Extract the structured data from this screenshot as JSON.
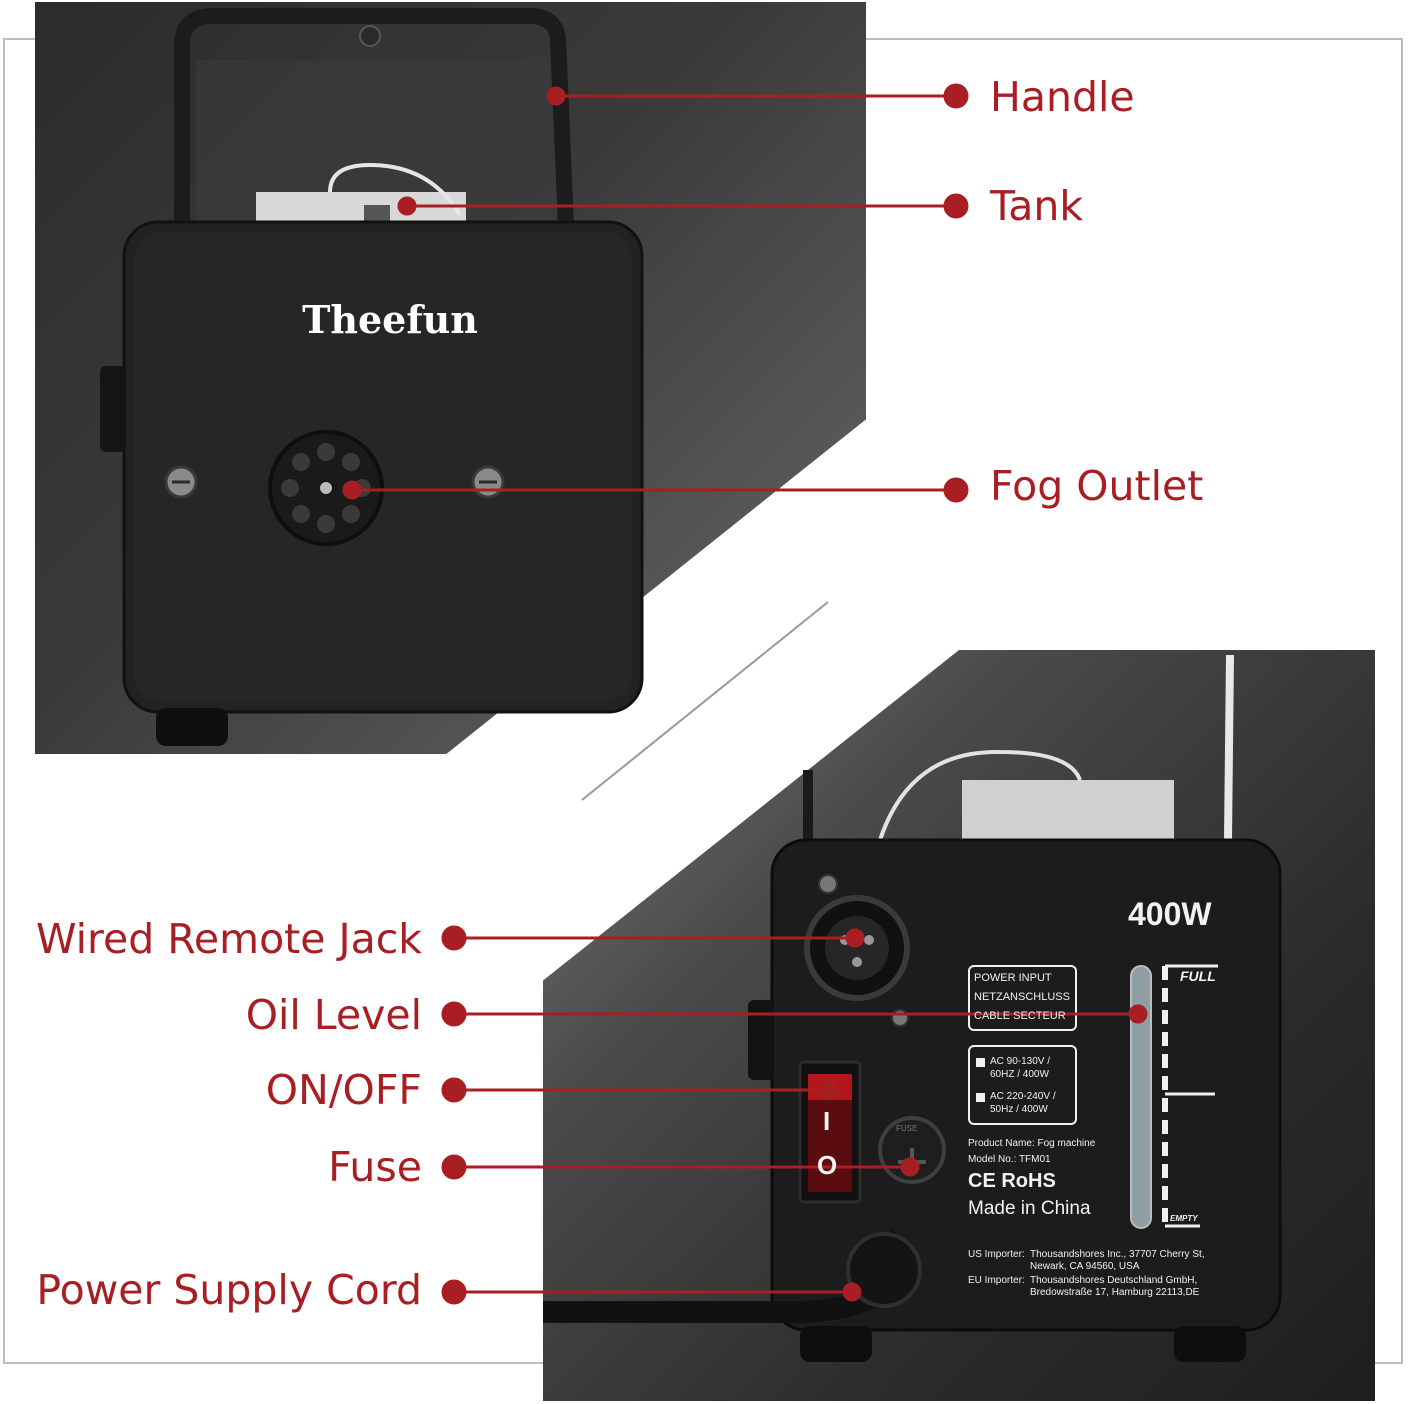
{
  "brand": "Theefun",
  "labels": {
    "handle": "Handle",
    "tank": "Tank",
    "fog_outlet": "Fog Outlet",
    "wired_remote_jack": "Wired Remote Jack",
    "oil_level": "Oil Level",
    "on_off": "ON/OFF",
    "fuse": "Fuse",
    "power_supply_cord": "Power Supply Cord"
  },
  "rear_panel": {
    "wattage": "400W",
    "power_input": [
      "POWER INPUT",
      "NETZANSCHLUSS",
      "CABLE SECTEUR"
    ],
    "voltage_options": [
      "AC 90-130V / 60HZ / 400W",
      "AC 220-240V / 50Hz / 400W"
    ],
    "product_name": "Product Name: Fog machine",
    "model_no": "Model No.: TFM01",
    "certifications": "CE RoHS",
    "made_in": "Made in China",
    "level_full": "FULL",
    "level_empty": "EMPTY",
    "switch_on": "I",
    "switch_off": "O",
    "fuse_mark": "FUSE",
    "us_importer_label": "US Importer:",
    "us_importer": "Thousandshores Inc., 37707 Cherry St, Newark, CA 94560, USA",
    "eu_importer_label": "EU Importer:",
    "eu_importer": "Thousandshores Deutschland GmbH, Bredowstraße 17, Hamburg 22113,DE"
  },
  "colors": {
    "accent": "#a81e23",
    "frame": "#bdbdbd"
  }
}
